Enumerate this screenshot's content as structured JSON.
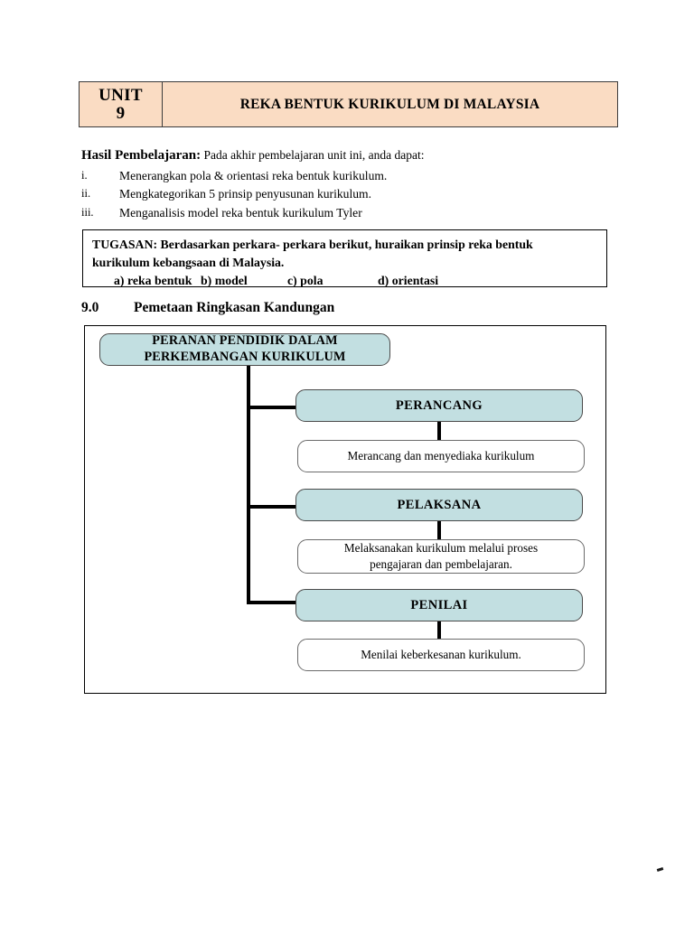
{
  "banner": {
    "unit_word": "UNIT",
    "unit_number": "9",
    "title": "REKA BENTUK KURIKULUM DI MALAYSIA",
    "fill_color": "#fadcc3"
  },
  "outcomes": {
    "lead_label": "Hasil Pembelajaran:",
    "lead_rest": " Pada akhir pembelajaran unit ini, anda dapat:",
    "items": [
      {
        "num": "i.",
        "text": "Menerangkan pola & orientasi reka bentuk kurikulum."
      },
      {
        "num": "ii.",
        "text": "Mengkategorikan 5 prinsip penyusunan kurikulum."
      },
      {
        "num": "iii.",
        "text": "Menganalisis model reka bentuk kurikulum Tyler"
      }
    ]
  },
  "tugasan": {
    "line1": "TUGASAN: Berdasarkan perkara- perkara berikut, huraikan prinsip reka bentuk",
    "line2": "kurikulum kebangsaan di Malaysia.",
    "options": [
      "a)         reka bentuk",
      "b) model",
      "c) pola",
      "d) orientasi"
    ]
  },
  "section": {
    "number": "9.0",
    "title": "Pemetaan Ringkasan Kandungan"
  },
  "chart_data": {
    "type": "diagram",
    "title": "Peranan Pendidik Dalam Perkembangan Kurikulum",
    "root": {
      "line1": "PERANAN PENDIDIK DALAM",
      "line2": "PERKEMBANGAN KURIKULUM",
      "fill": "#c2dfe1"
    },
    "branches": [
      {
        "role": "PERANCANG",
        "role_fill": "#c2dfe1",
        "desc_line1": "Merancang dan menyediaka kurikulum",
        "desc_line2": ""
      },
      {
        "role": "PELAKSANA",
        "role_fill": "#c2dfe1",
        "desc_line1": "Melaksanakan kurikulum melalui proses",
        "desc_line2": "pengajaran dan pembelajaran."
      },
      {
        "role": "PENILAI",
        "role_fill": "#c2dfe1",
        "desc_line1": "Menilai keberkesanan kurikulum.",
        "desc_line2": ""
      }
    ]
  }
}
